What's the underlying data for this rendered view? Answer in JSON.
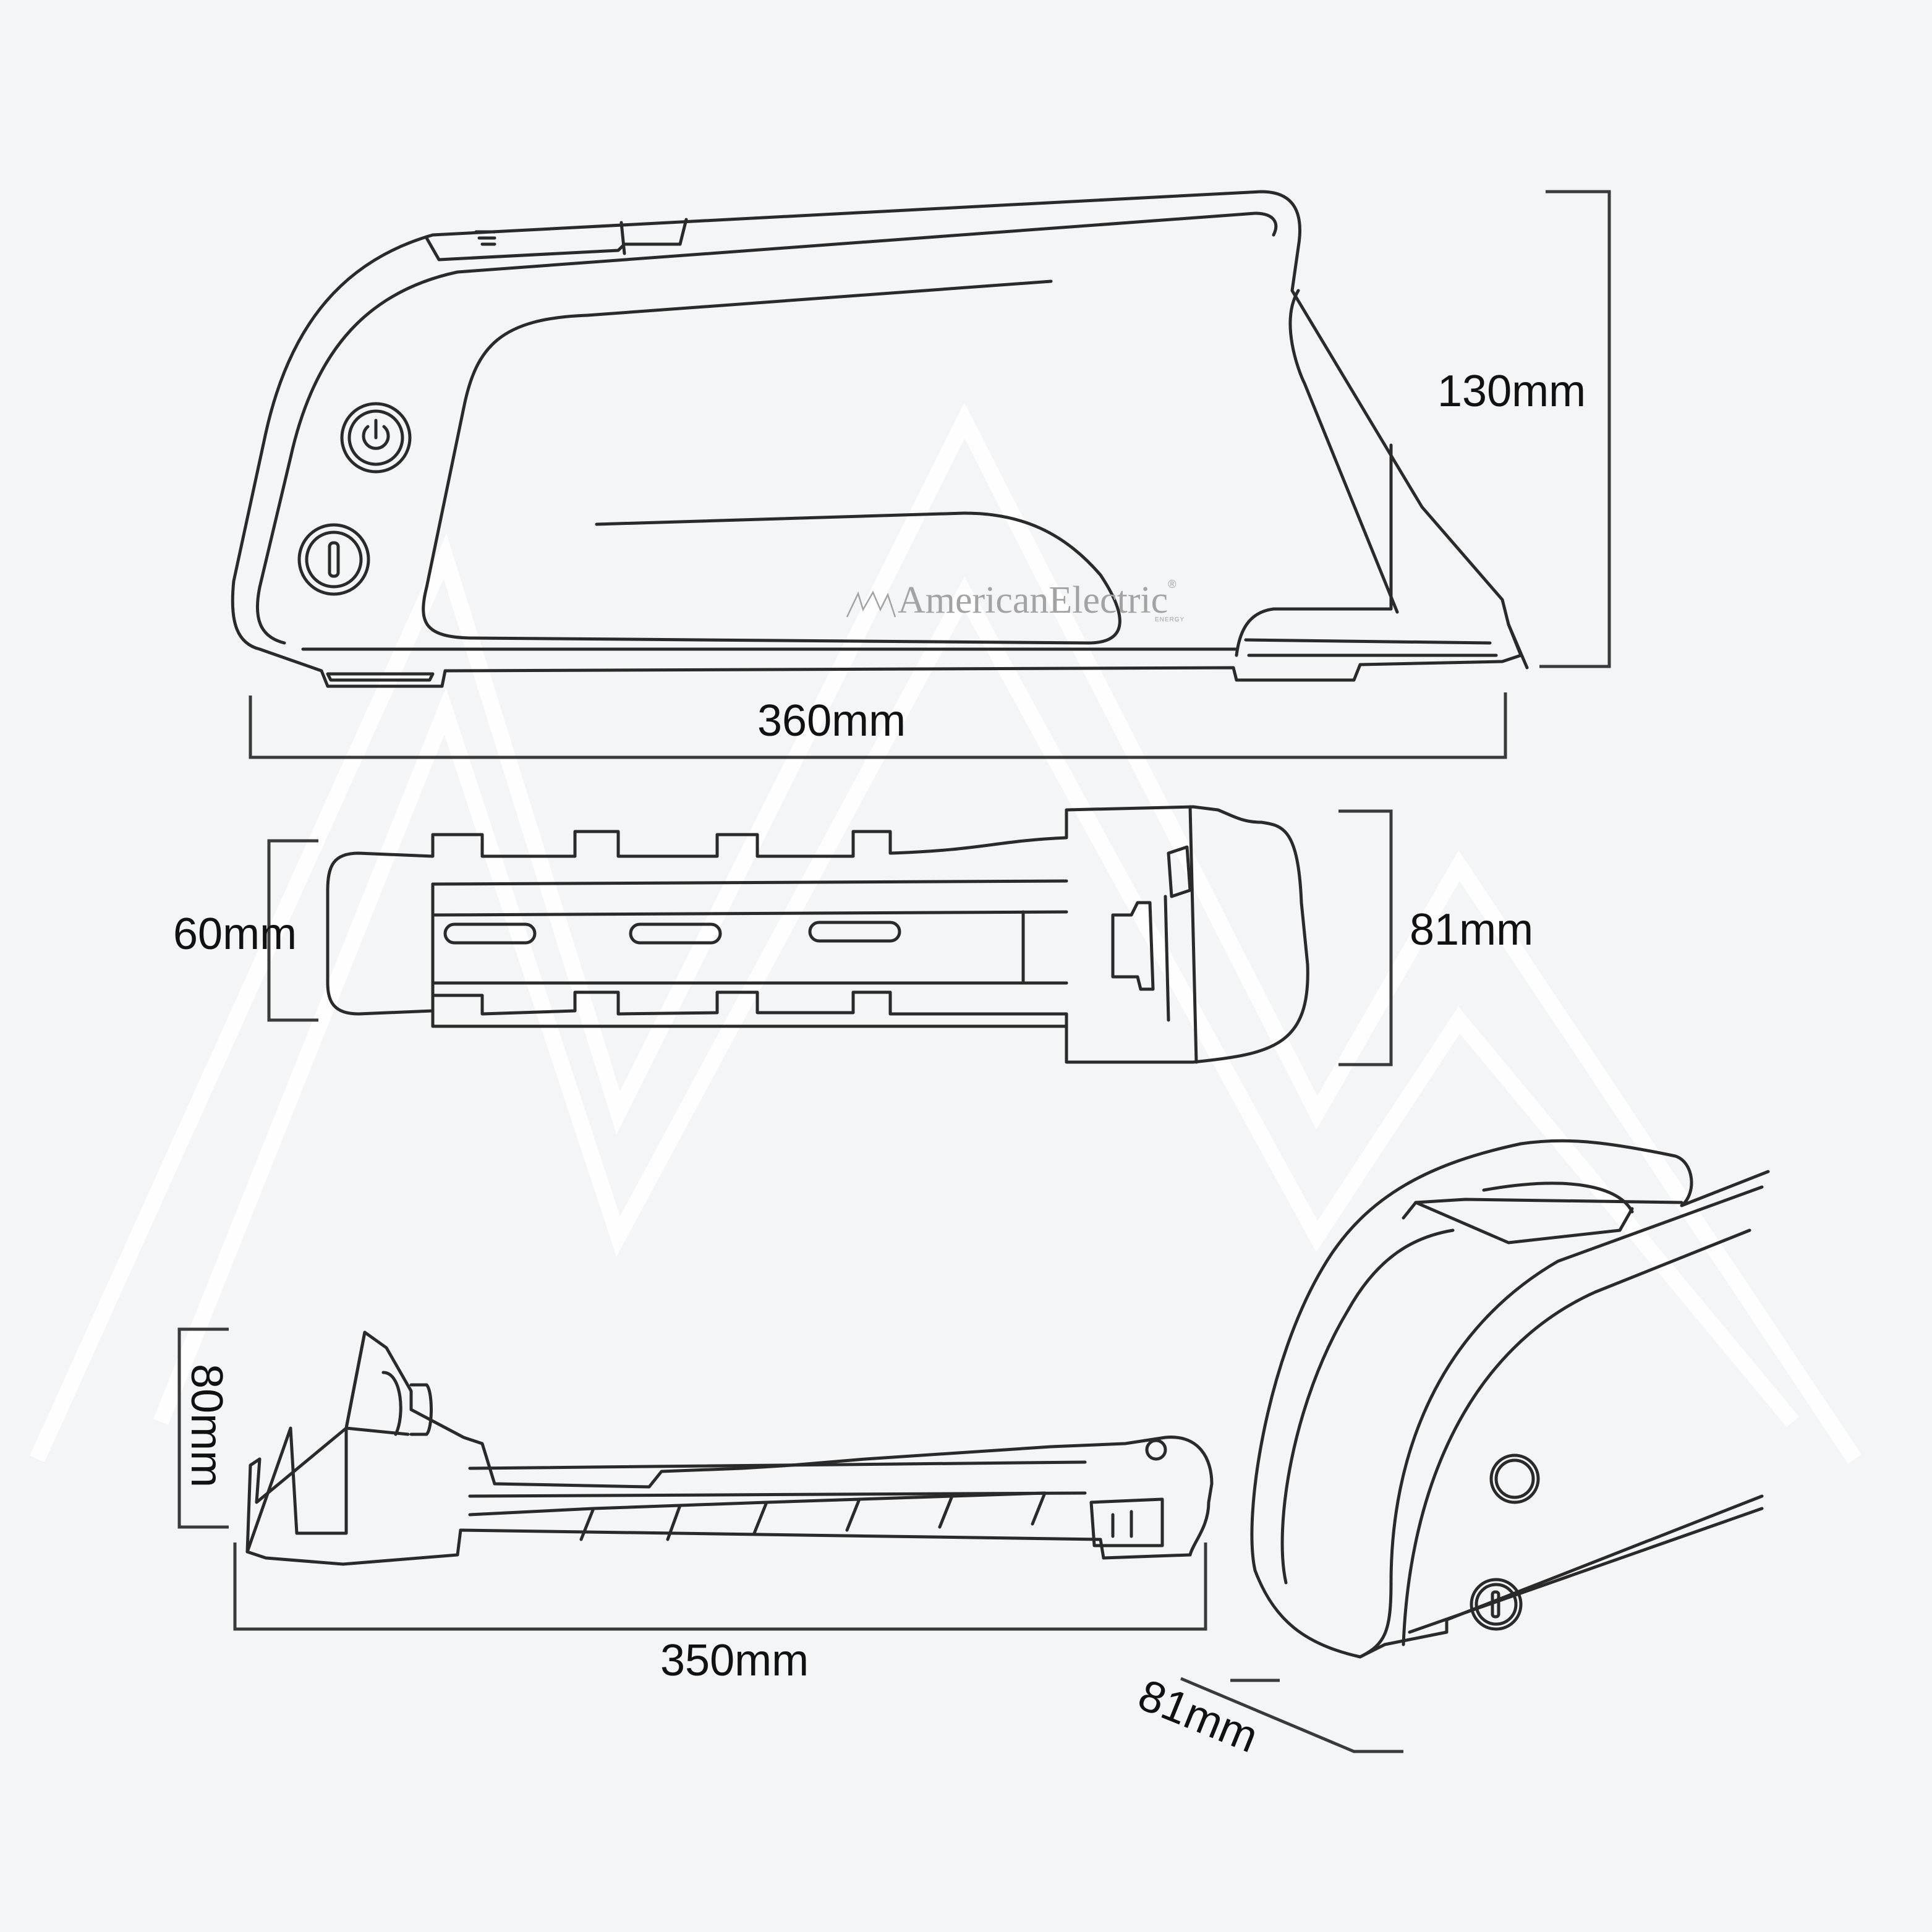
{
  "diagram": {
    "subject": "Downtube e-bike battery dimension drawing",
    "background_color": "#f4f5f7",
    "line_color": "#2a2a2a",
    "views": [
      {
        "name": "side-view",
        "dimensions": {
          "length": "360mm",
          "height": "130mm"
        }
      },
      {
        "name": "top-view-base-plate",
        "dimensions": {
          "width_rail": "60mm",
          "width_head": "81mm"
        }
      },
      {
        "name": "side-view-base-plate",
        "dimensions": {
          "height": "80mm",
          "length": "350mm"
        }
      },
      {
        "name": "perspective-view-end-cap",
        "dimensions": {
          "depth": "81mm"
        }
      }
    ]
  },
  "labels": {
    "side_length": "360mm",
    "side_height": "130mm",
    "top_width_left": "60mm",
    "top_width_right": "81mm",
    "base_height": "80mm",
    "base_length": "350mm",
    "perspective_depth": "81mm"
  },
  "brand": {
    "name": "AmericanElectric",
    "registered": "®",
    "subtitle": "ENERGY",
    "color": "#a3a3a3"
  },
  "icons": {
    "power_button": "power-icon",
    "key_lock": "lock-slot-icon"
  }
}
